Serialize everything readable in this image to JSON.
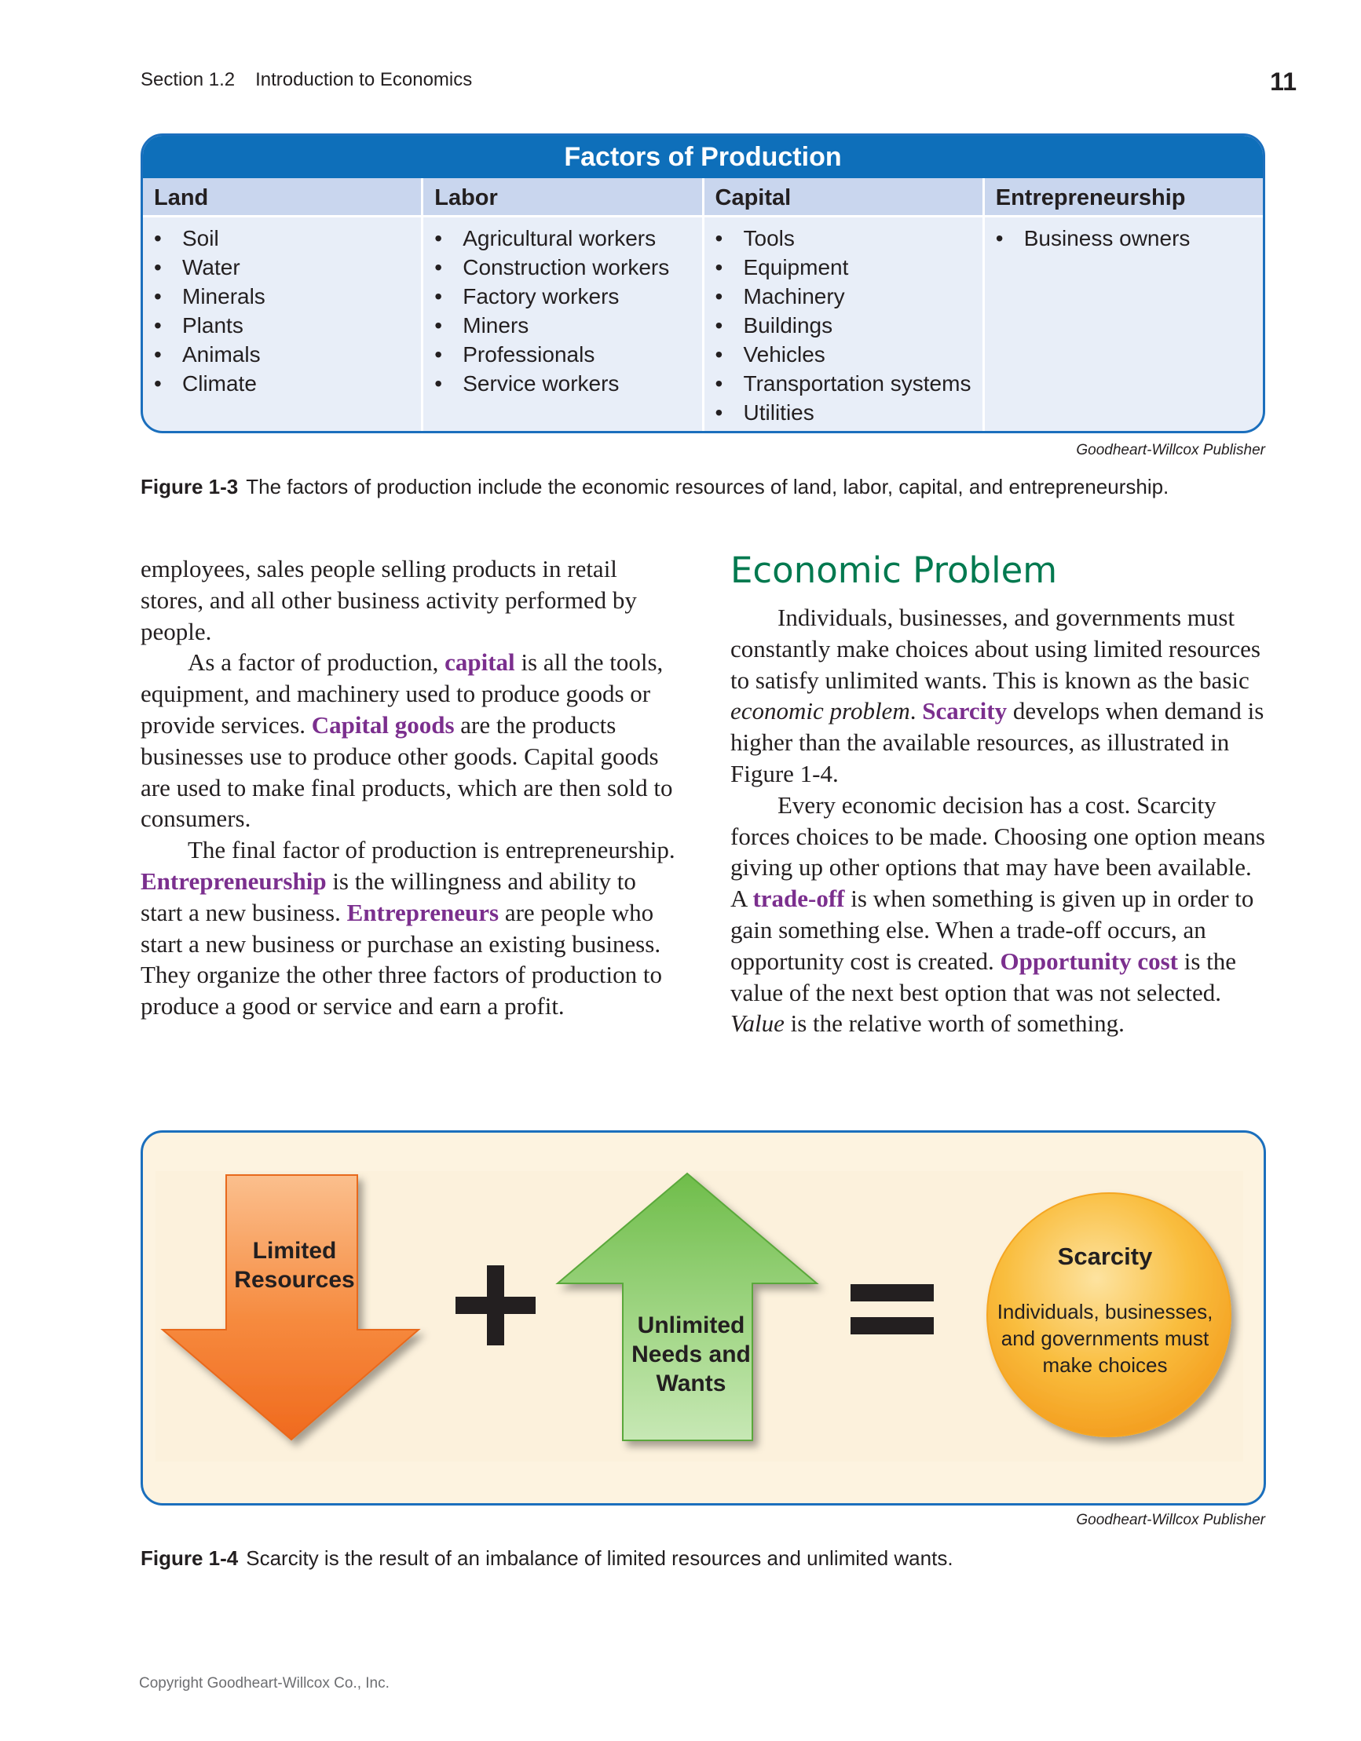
{
  "header": {
    "section": "Section 1.2",
    "section_title": "Introduction to Economics",
    "page_number": "11"
  },
  "figure_1_3": {
    "title": "Factors of Production",
    "columns": [
      {
        "heading": "Land",
        "items": [
          "Soil",
          "Water",
          "Minerals",
          "Plants",
          "Animals",
          "Climate"
        ]
      },
      {
        "heading": "Labor",
        "items": [
          "Agricultural workers",
          "Construction workers",
          "Factory workers",
          "Miners",
          "Professionals",
          "Service workers"
        ]
      },
      {
        "heading": "Capital",
        "items": [
          "Tools",
          "Equipment",
          "Machinery",
          "Buildings",
          "Vehicles",
          "Transportation systems",
          "Utilities"
        ]
      },
      {
        "heading": "Entrepreneurship",
        "items": [
          "Business owners"
        ]
      }
    ],
    "credit": "Goodheart-Willcox Publisher",
    "caption_label": "Figure 1-3",
    "caption_text": "The factors of production include the economic resources of land, labor, capital, and entrepreneurship."
  },
  "left_column": {
    "p1": "employees, sales people selling products in retail stores, and all other business activity performed by people.",
    "p2_a": "As a factor of production, ",
    "p2_term1": "capital",
    "p2_b": " is all the tools, equipment, and machinery used to produce goods or provide services. ",
    "p2_term2": "Capital goods",
    "p2_c": " are the products businesses use to produce other goods. Capital goods are used to make final products, which are then sold to consumers.",
    "p3_a": "The final factor of production is entrepreneurship. ",
    "p3_term1": "Entrepreneurship",
    "p3_b": " is the willingness and ability to start a new business. ",
    "p3_term2": "Entrepreneurs",
    "p3_c": " are people who start a new business or purchase an existing business. They organize the other three factors of production to produce a good or service and earn a profit."
  },
  "right_column": {
    "heading": "Economic Problem",
    "p1_a": "Individuals, businesses, and governments must constantly make choices about using limited resources to satisfy unlimited wants. This is known as the basic ",
    "p1_italic": "economic problem",
    "p1_b": ". ",
    "p1_term": "Scarcity",
    "p1_c": " develops when demand is higher than the available resources, as illustrated in Figure 1-4.",
    "p2_a": "Every economic decision has a cost. Scarcity forces choices to be made. Choosing one option means giving up other options that may have been available. A ",
    "p2_term1": "trade-off",
    "p2_b": " is when something is given up in order to gain something else. When a trade-off occurs, an opportunity cost is created. ",
    "p2_term2": "Opportunity cost",
    "p2_c": " is the value of the next best option that was not selected. ",
    "p2_italic": "Value",
    "p2_d": " is the relative worth of something."
  },
  "figure_1_4": {
    "limited_resources": "Limited Resources",
    "plus": "+",
    "unlimited": "Unlimited Needs and Wants",
    "equals": "=",
    "scarcity_title": "Scarcity",
    "scarcity_desc": "Individuals, businesses, and governments must make choices",
    "credit": "Goodheart-Willcox Publisher",
    "caption_label": "Figure 1-4",
    "caption_text": "Scarcity is the result of an imbalance of limited resources and unlimited wants.",
    "colors": {
      "orange_arrow": "#f47a2b",
      "green_arrow": "#7cc35b",
      "circle": "#f7a823"
    }
  },
  "footer": {
    "copyright": "Copyright Goodheart-Willcox Co., Inc."
  }
}
